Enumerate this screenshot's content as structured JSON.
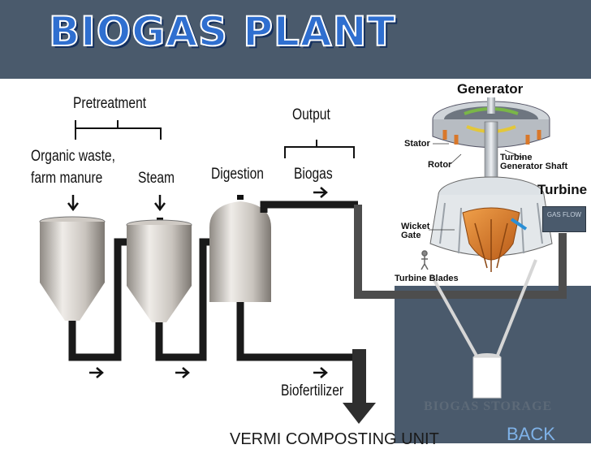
{
  "slide": {
    "title": "BIOGAS PLANT"
  },
  "pretreatment": {
    "group_label": "Pretreatment",
    "organic_line1": "Organic waste,",
    "organic_line2": "farm manure",
    "steam_label": "Steam"
  },
  "digestion": {
    "label": "Digestion"
  },
  "output": {
    "group_label": "Output",
    "biogas_label": "Biogas",
    "biofertilizer_label": "Biofertilizer"
  },
  "turbine_diagram": {
    "title_generator": "Generator",
    "title_turbine": "Turbine",
    "stator": "Stator",
    "rotor": "Rotor",
    "shaft_line1": "Turbine",
    "shaft_line2": "Generator Shaft",
    "wicket_line1": "Wicket",
    "wicket_line2": "Gate",
    "blades": "Turbine Blades",
    "overflow_button": "GAS FLOW"
  },
  "storage": {
    "label": "BIOGAS STORAGE"
  },
  "compost": {
    "label": "VERMI COMPOSTING UNIT"
  },
  "navigation": {
    "back_label": "BACK"
  },
  "colors": {
    "header_bg": "#4a5a6c",
    "title_fill": "#2f6fd0",
    "pipe": "#1a1a1a",
    "connector": "#4d4d4d",
    "tank_light": "#e6e3df",
    "tank_dark": "#8a8580",
    "turbine_orange": "#d9782a",
    "back_link": "#7fb2e8"
  }
}
